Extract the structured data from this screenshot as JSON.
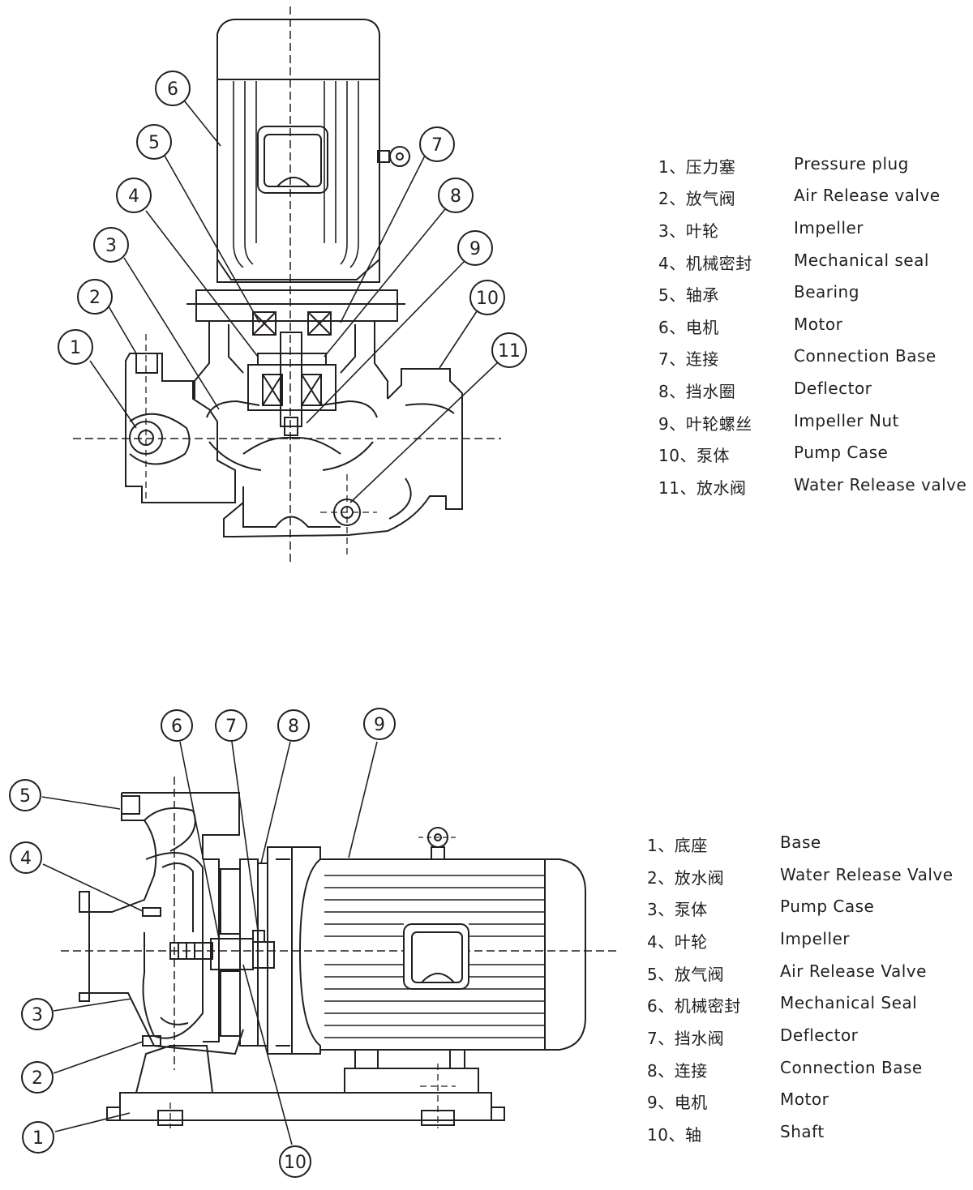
{
  "vertical_pump": {
    "callouts": [
      "1",
      "2",
      "3",
      "4",
      "5",
      "6",
      "7",
      "8",
      "9",
      "10",
      "11"
    ],
    "legend": [
      {
        "cn": "1、压力塞",
        "en": "Pressure plug"
      },
      {
        "cn": "2、放气阀",
        "en": "Air Release valve"
      },
      {
        "cn": "3、叶轮",
        "en": "Impeller"
      },
      {
        "cn": "4、机械密封",
        "en": "Mechanical seal"
      },
      {
        "cn": "5、轴承",
        "en": "Bearing"
      },
      {
        "cn": "6、电机",
        "en": "Motor"
      },
      {
        "cn": "7、连接",
        "en": "Connection Base"
      },
      {
        "cn": "8、挡水圈",
        "en": "Deflector"
      },
      {
        "cn": "9、叶轮螺丝",
        "en": "Impeller Nut"
      },
      {
        "cn": "10、泵体",
        "en": "Pump Case"
      },
      {
        "cn": "11、放水阀",
        "en": "Water Release valve"
      }
    ]
  },
  "horizontal_pump": {
    "callouts": [
      "1",
      "2",
      "3",
      "4",
      "5",
      "6",
      "7",
      "8",
      "9",
      "10"
    ],
    "legend": [
      {
        "cn": "1、底座",
        "en": "Base"
      },
      {
        "cn": "2、放水阀",
        "en": "Water Release Valve"
      },
      {
        "cn": "3、泵体",
        "en": "Pump Case"
      },
      {
        "cn": "4、叶轮",
        "en": "Impeller"
      },
      {
        "cn": "5、放气阀",
        "en": "Air Release Valve"
      },
      {
        "cn": "6、机械密封",
        "en": "Mechanical Seal"
      },
      {
        "cn": "7、挡水阀",
        "en": "Deflector"
      },
      {
        "cn": "8、连接",
        "en": "Connection Base"
      },
      {
        "cn": "9、电机",
        "en": "Motor"
      },
      {
        "cn": "10、轴",
        "en": "Shaft"
      }
    ]
  },
  "colors": {
    "ink": "#231f20",
    "background": "#ffffff"
  }
}
